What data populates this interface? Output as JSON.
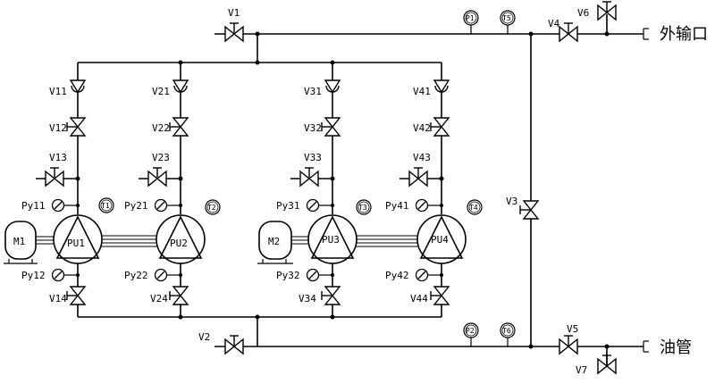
{
  "valves": {
    "V1": "V1",
    "V2": "V2",
    "V3": "V3",
    "V4": "V4",
    "V5": "V5",
    "V6": "V6",
    "V7": "V7",
    "V11": "V11",
    "V12": "V12",
    "V13": "V13",
    "V14": "V14",
    "V21": "V21",
    "V22": "V22",
    "V23": "V23",
    "V24": "V24",
    "V31": "V31",
    "V32": "V32",
    "V33": "V33",
    "V34": "V34",
    "V41": "V41",
    "V42": "V42",
    "V43": "V43",
    "V44": "V44"
  },
  "pumps": {
    "PU1": "PU1",
    "PU2": "PU2",
    "PU3": "PU3",
    "PU4": "PU4"
  },
  "motors": {
    "M1": "M1",
    "M2": "M2"
  },
  "pressure_sensors": {
    "Py11": "Py11",
    "Py12": "Py12",
    "Py21": "Py21",
    "Py22": "Py22",
    "Py31": "Py31",
    "Py32": "Py32",
    "Py41": "Py41",
    "Py42": "Py42"
  },
  "gauges": {
    "P1": "P1",
    "T5": "T5",
    "P2": "P2",
    "T6": "T6",
    "T1": "T1",
    "T2": "T2",
    "T3": "T3",
    "T4": "T4"
  },
  "outlets": {
    "export": "外输口",
    "oil_pipe": "油管"
  }
}
